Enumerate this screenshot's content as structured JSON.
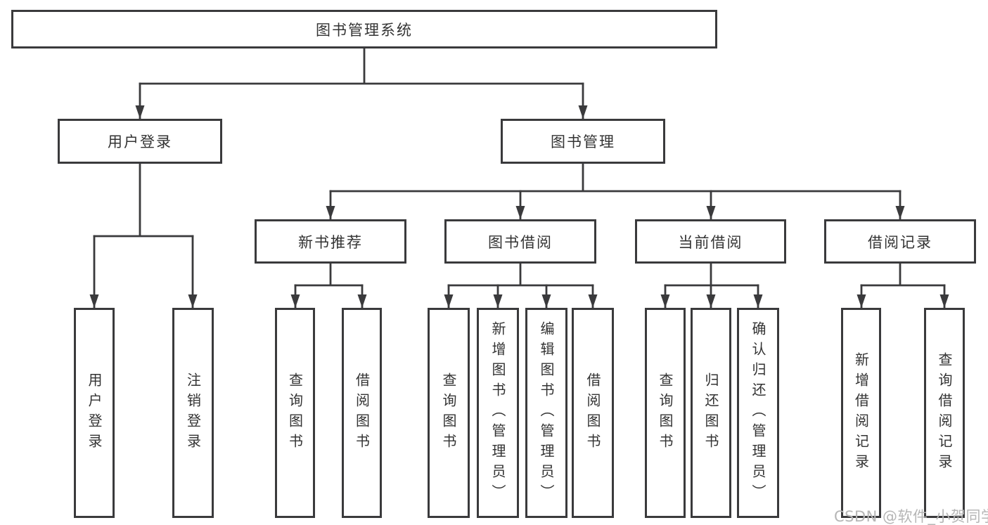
{
  "tree": {
    "root": {
      "label": "图书管理系统"
    },
    "branches": {
      "user_login": {
        "label": "用户登录",
        "children": [
          "用户登录",
          "注销登录"
        ]
      },
      "book_mgmt": {
        "label": "图书管理",
        "sections": {
          "new_book_rec": {
            "label": "新书推荐",
            "children": [
              "查询图书",
              "借阅图书"
            ]
          },
          "book_borrow": {
            "label": "图书借阅",
            "children": [
              "查询图书",
              "新增图书（管理员）",
              "编辑图书（管理员）",
              "借阅图书"
            ]
          },
          "current_borrow": {
            "label": "当前借阅",
            "children": [
              "查询图书",
              "归还图书",
              "确认归还（管理员）"
            ]
          },
          "borrow_records": {
            "label": "借阅记录",
            "children": [
              "新增借阅记录",
              "查询借阅记录"
            ]
          }
        }
      }
    }
  },
  "watermark": "CSDN @软件_小贺同学",
  "colors": {
    "line": "#3a3a3c",
    "text": "#333333",
    "watermark": "#b6b6b6",
    "background": "#ffffff"
  }
}
